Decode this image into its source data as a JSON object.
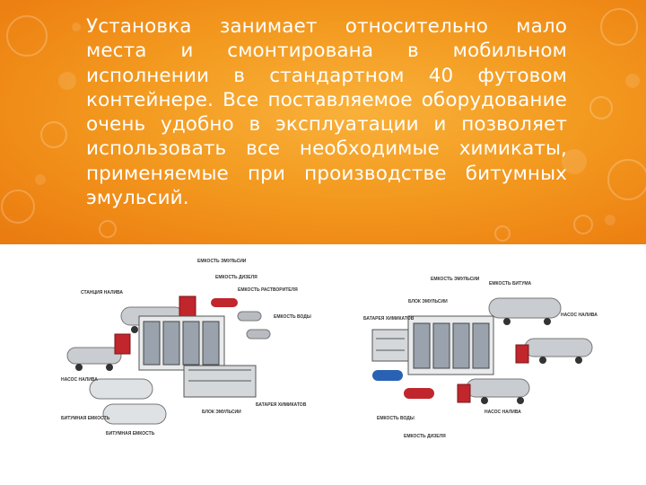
{
  "slide": {
    "text": "Установка занимает относительно мало места и смонтирована в мобильном исполнении в стандартном 40 футовом контейнере. Все поставляемое оборудование очень удобно в эксплуатации и позволяет использовать все необходимые химикаты, применяемые при производстве битумных эмульсий."
  },
  "colors": {
    "background_orange": "#f39a20",
    "text": "#ffffff"
  },
  "diagram_left": {
    "labels": {
      "emulsion_tank": "ЕМКОСТЬ ЭМУЛЬСИИ",
      "diesel_tank": "ЕМКОСТЬ ДИЗЕЛЯ",
      "solvent_tank": "ЕМКОСТЬ РАСТВОРИТЕЛЯ",
      "loading_station": "СТАНЦИЯ НАЛИВА",
      "water_tank": "ЕМКОСТЬ ВОДЫ",
      "loading_pump": "НАСОС НАЛИВА",
      "chem_battery": "БАТАРЕЯ ХИМИКАТОВ",
      "emulsion_block": "БЛОК ЭМУЛЬСИИ",
      "bitumen_tank_1": "БИТУМНАЯ ЕМКОСТЬ",
      "bitumen_tank_2": "БИТУМНАЯ ЕМКОСТЬ"
    }
  },
  "diagram_right": {
    "labels": {
      "emulsion_tank": "ЕМКОСТЬ ЭМУЛЬСИИ",
      "emulsion_block": "БЛОК ЭМУЛЬСИИ",
      "bitumen_tank": "ЕМКОСТЬ БИТУМА",
      "battery": "БАТАРЕЯ ХИМИКАТОВ",
      "loading_pump_top": "НАСОС НАЛИВА",
      "water_tank": "ЕМКОСТЬ ВОДЫ",
      "loading_pump_bottom": "НАСОС НАЛИВА",
      "diesel_tank": "ЕМКОСТЬ ДИЗЕЛЯ"
    }
  }
}
